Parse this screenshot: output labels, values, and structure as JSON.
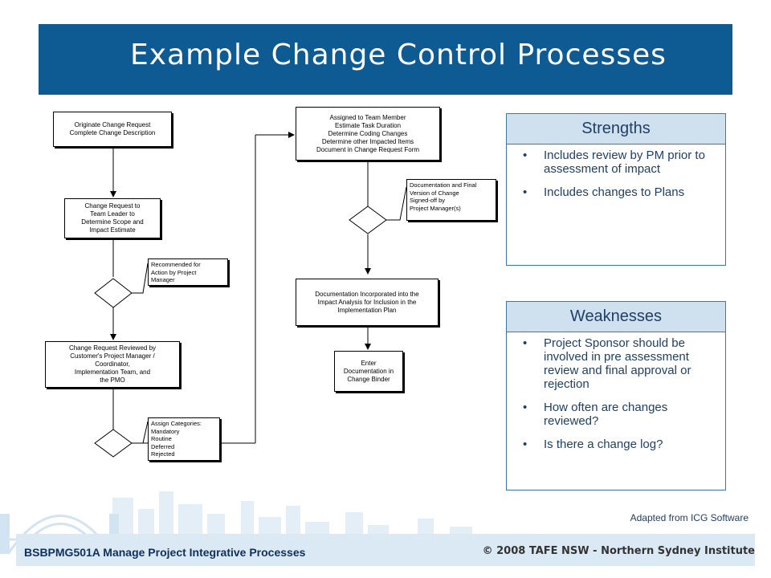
{
  "slide": {
    "title": "Example Change Control Processes",
    "colors": {
      "title_bg": "#0e5a93",
      "panel_head": "#cfe0ef",
      "panel_border": "#3b78aa",
      "text": "#1f3f66"
    }
  },
  "flowchart": {
    "originate": [
      "Originate Change Request",
      "Complete Change Description"
    ],
    "team_leader": [
      "Change Request to",
      "Team Leader to",
      "Determine Scope and",
      "Impact Estimate"
    ],
    "note_recommended": [
      "Recommended for",
      "Action by        Project",
      "Manager"
    ],
    "reviewed": [
      "Change Request Reviewed by",
      "Customer's Project Manager /",
      "Coordinator,",
      "Implementation Team, and",
      "the PMO"
    ],
    "note_categories": [
      "Assign Categories:",
      "Mandatory",
      "Routine",
      "Deferred",
      "Rejected"
    ],
    "assigned": [
      "Assigned to Team Member",
      "Estimate Task Duration",
      "Determine Coding Changes",
      "Determine other Impacted Items",
      "Document in Change Request Form"
    ],
    "note_documentation": [
      "Documentation and Final",
      "Version of Change",
      "Signed-off by",
      "Project Manager(s)"
    ],
    "incorporated": [
      "Documentation Incorporated into the",
      "Impact Analysis for Inclusion in the",
      "Implementation Plan"
    ],
    "enter": [
      "Enter",
      "Documentation in",
      "Change Binder"
    ]
  },
  "strengths": {
    "heading": "Strengths",
    "bullet": "•",
    "items": [
      "Includes review by PM prior to assessment of impact",
      "Includes changes to Plans"
    ]
  },
  "weaknesses": {
    "heading": "Weaknesses",
    "bullet": "•",
    "items": [
      "Project Sponsor should be involved in pre assessment review and final approval or rejection",
      "How often are changes reviewed?",
      "Is there a change log?"
    ]
  },
  "credit": "Adapted from ICG Software",
  "footer": {
    "course": "BSBPMG501A Manage Project Integrative Processes",
    "copyright": "© 2008 TAFE NSW - Northern Sydney Institute"
  }
}
